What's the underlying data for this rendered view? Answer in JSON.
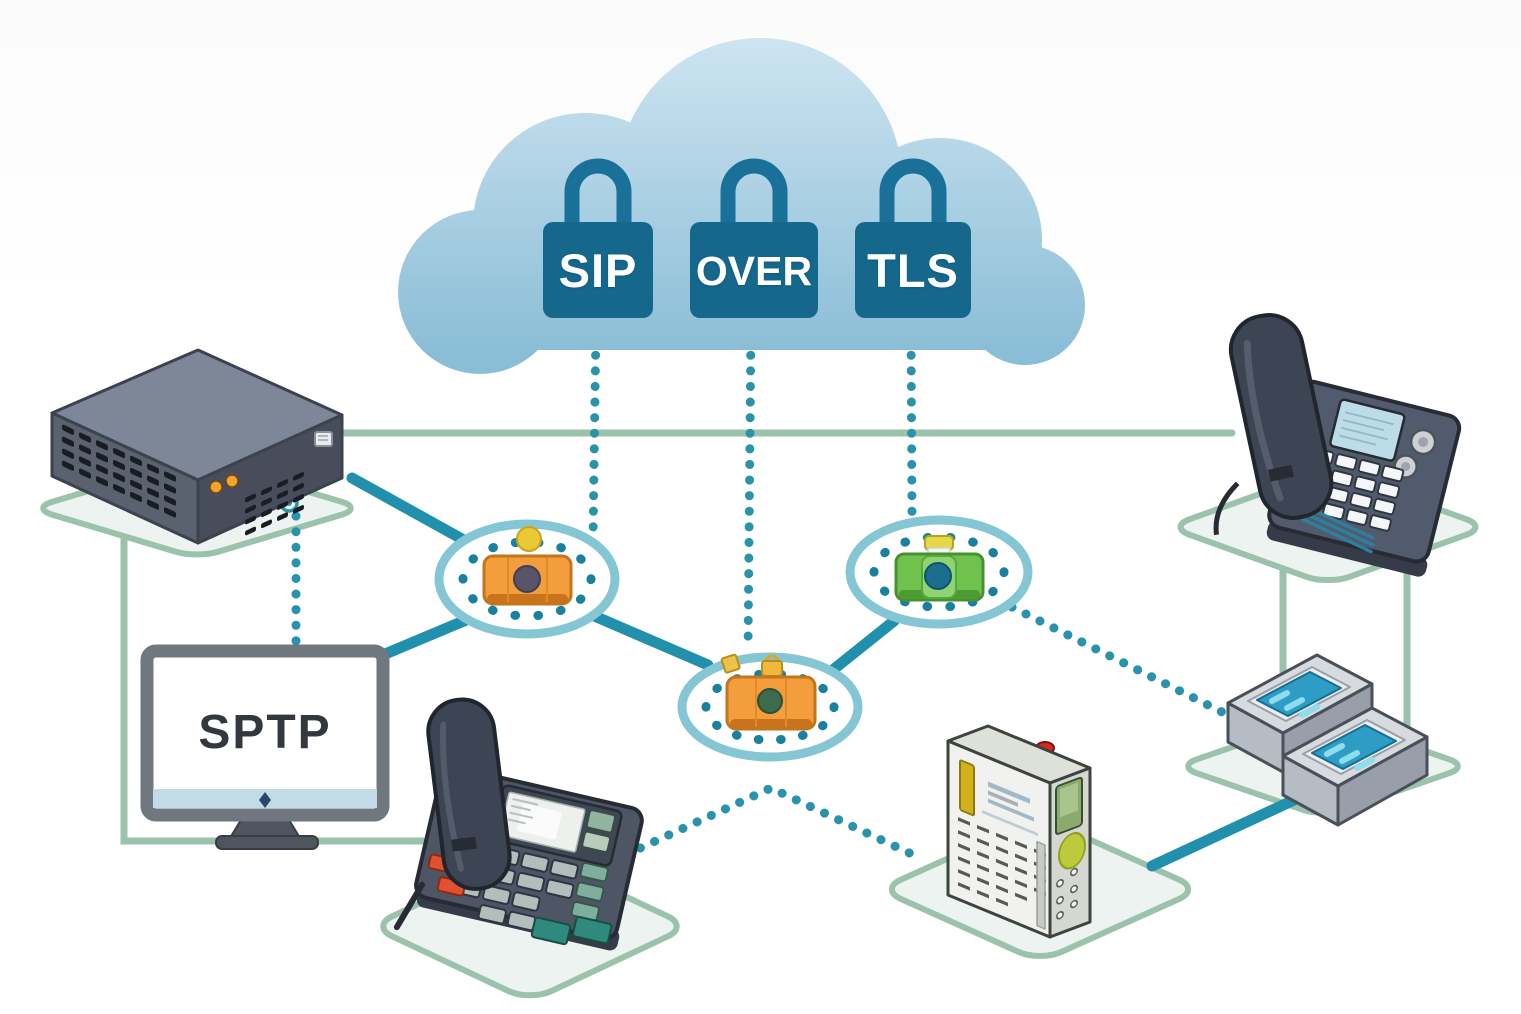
{
  "cloud": {
    "description": "secure SIP cloud",
    "locks": [
      {
        "icon": "padlock-icon",
        "label": "SIP"
      },
      {
        "icon": "padlock-icon",
        "label": "OVER"
      },
      {
        "icon": "padlock-icon",
        "label": "TLS"
      }
    ]
  },
  "monitor": {
    "screen_label": "SPTP"
  },
  "nodes": [
    {
      "id": "left-security-node",
      "icon": "orange-lock-icon"
    },
    {
      "id": "center-security-node",
      "icon": "orange-lock-icon"
    },
    {
      "id": "right-security-node",
      "icon": "green-lock-icon"
    }
  ],
  "devices": [
    {
      "id": "network-switch",
      "icon": "switch-icon"
    },
    {
      "id": "desktop-monitor",
      "icon": "monitor-icon"
    },
    {
      "id": "desk-phone-left",
      "icon": "phone-icon"
    },
    {
      "id": "desk-phone-right",
      "icon": "phone-icon"
    },
    {
      "id": "media-gateway-pair",
      "icon": "gateway-boxes-icon"
    },
    {
      "id": "voip-gateway-tower",
      "icon": "tower-gateway-icon"
    }
  ],
  "colors": {
    "cloud_top": "#cde4f1",
    "cloud_bottom": "#8abdd6",
    "padlock": "#15688c",
    "dotted_line": "#2a93ab",
    "solid_line": "#2190ad",
    "frame_line": "#9bc2ab",
    "platform_fill": "#ecf3f0",
    "node_ring": "#7fc0cf",
    "orange_lock": "#f49d3c",
    "green_lock": "#6fc24e",
    "yellow_knob": "#eac836"
  }
}
